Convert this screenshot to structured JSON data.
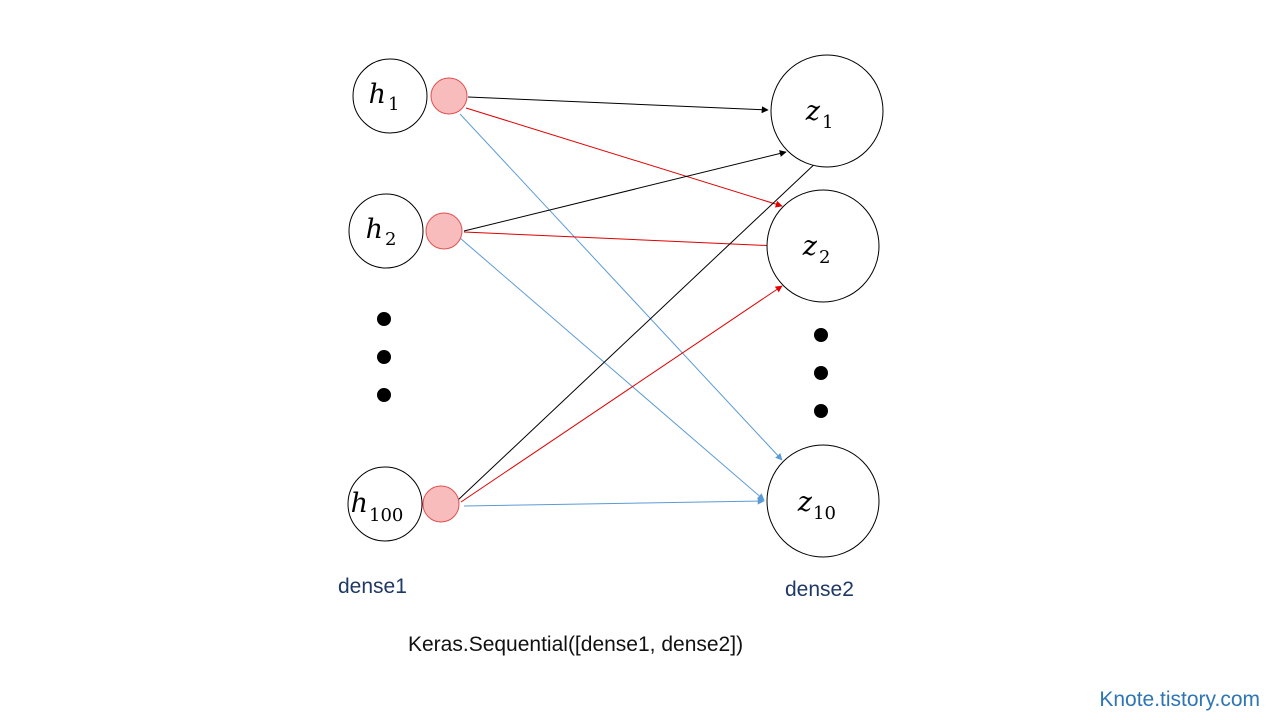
{
  "input_layer": {
    "label": "dense1",
    "nodes": [
      {
        "base": "h",
        "sub": "1"
      },
      {
        "base": "h",
        "sub": "2"
      },
      {
        "base": "h",
        "sub": "100"
      }
    ]
  },
  "output_layer": {
    "label": "dense2",
    "nodes": [
      {
        "base": "z",
        "sub": "1"
      },
      {
        "base": "z",
        "sub": "2"
      },
      {
        "base": "z",
        "sub": "10"
      }
    ]
  },
  "caption": "Keras.Sequential([dense1, dense2])",
  "watermark": "Knote.tistory.com",
  "colors": {
    "edge_to_z1": "#000000",
    "edge_to_z2": "#e00000",
    "edge_to_z10": "#5b9bd5",
    "bias_fill": "#f9bcbc",
    "bias_stroke": "#e05050",
    "layer_label": "#1f3864",
    "watermark": "#2e75b6"
  }
}
